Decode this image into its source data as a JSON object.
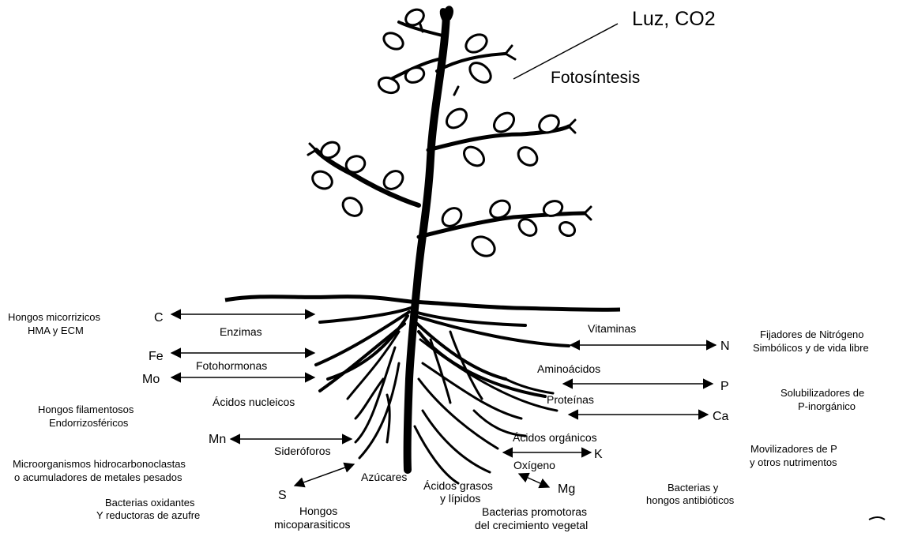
{
  "top": {
    "light": "Luz, CO2",
    "process": "Fotosíntesis"
  },
  "elements": {
    "c": "C",
    "fe": "Fe",
    "mo": "Mo",
    "mn": "Mn",
    "s": "S",
    "n": "N",
    "p": "P",
    "ca": "Ca",
    "k": "K",
    "mg": "Mg"
  },
  "exudates": {
    "enzimas": "Enzimas",
    "fotohormonas": "Fotohormonas",
    "acidos_nucleicos": "Ácidos nucleicos",
    "sideroforos": "Sideróforos",
    "azucares": "Azúcares",
    "acidos_grasos_1": "Ácidos grasos",
    "acidos_grasos_2": "y lípidos",
    "vitaminas": "Vitaminas",
    "aminoacidos": "Aminoácidos",
    "proteinas": "Proteínas",
    "acidos_organicos": "Ácidos orgánicos",
    "oxigeno": "Oxígeno"
  },
  "organisms": {
    "hongos_micorrizicos_1": "Hongos micorrizicos",
    "hongos_micorrizicos_2": "HMA y ECM",
    "hongos_filamentosos_1": "Hongos filamentosos",
    "hongos_filamentosos_2": "Endorrizosféricos",
    "microorganismos_1": "Microorganismos hidrocarbonoclastas",
    "microorganismos_2": "o acumuladores de metales pesados",
    "bacterias_oxidantes_1": "Bacterias oxidantes",
    "bacterias_oxidantes_2": "Y reductoras de azufre",
    "hongos_micoparasiticos_1": "Hongos",
    "hongos_micoparasiticos_2": "micoparasiticos",
    "bacterias_promotoras_1": "Bacterias promotoras",
    "bacterias_promotoras_2": "del crecimiento vegetal",
    "bacterias_antibioticos_1": "Bacterias y",
    "bacterias_antibioticos_2": "hongos antibióticos",
    "fijadores_1": "Fijadores de Nitrógeno",
    "fijadores_2": "Simbólicos y de vida libre",
    "solubilizadores_1": "Solubilizadores de",
    "solubilizadores_2": "P-inorgánico",
    "movilizadores_1": "Movilizadores de P",
    "movilizadores_2": "y otros nutrimentos"
  }
}
